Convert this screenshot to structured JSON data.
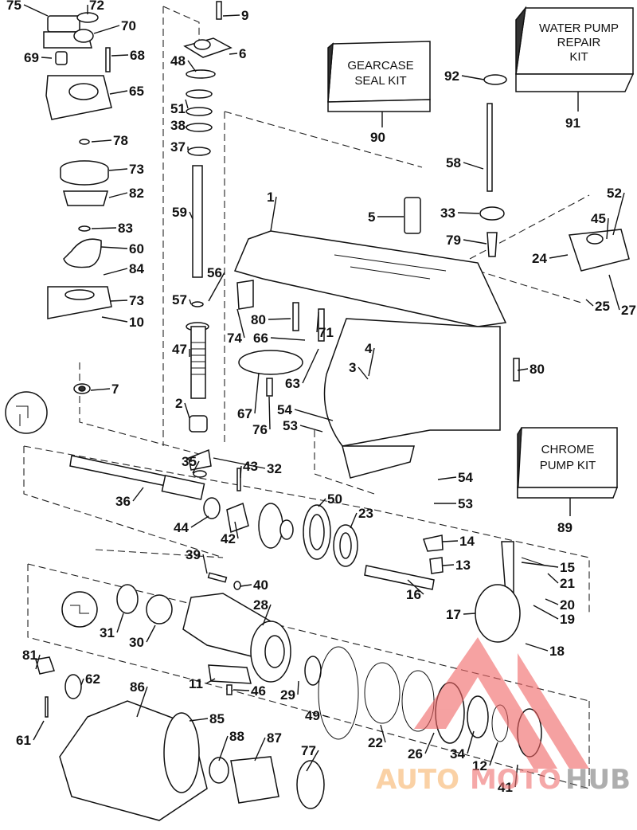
{
  "title": "Gearcase exploded parts diagram",
  "kits": [
    {
      "id": "90",
      "lines": [
        "GEARCASE",
        "SEAL KIT"
      ]
    },
    {
      "id": "91",
      "lines": [
        "WATER PUMP",
        "REPAIR",
        "KIT"
      ]
    },
    {
      "id": "89",
      "lines": [
        "CHROME",
        "PUMP KIT"
      ]
    }
  ],
  "part_labels": [
    "75",
    "72",
    "70",
    "69",
    "68",
    "65",
    "78",
    "73",
    "82",
    "83",
    "60",
    "84",
    "73",
    "10",
    "7",
    "9",
    "6",
    "48",
    "51",
    "38",
    "37",
    "59",
    "56",
    "57",
    "47",
    "2",
    "1",
    "5",
    "33",
    "79",
    "52",
    "45",
    "24",
    "25",
    "27",
    "80",
    "71",
    "74",
    "66",
    "67",
    "63",
    "76",
    "4",
    "3",
    "54",
    "53",
    "80",
    "92",
    "58",
    "35",
    "32",
    "43",
    "36",
    "44",
    "42",
    "50",
    "23",
    "54",
    "53",
    "14",
    "13",
    "15",
    "21",
    "16",
    "17",
    "20",
    "19",
    "18",
    "39",
    "40",
    "28",
    "31",
    "30",
    "81",
    "62",
    "11",
    "46",
    "29",
    "86",
    "61",
    "85",
    "88",
    "87",
    "77",
    "49",
    "22",
    "26",
    "34",
    "12",
    "41"
  ],
  "watermark": {
    "parts": [
      "AUTO",
      "MOTO",
      "HUB"
    ],
    "colors": [
      "#f7b36a",
      "#ef6f6f",
      "#7a7a7a"
    ],
    "logo_color": "#f06464"
  }
}
